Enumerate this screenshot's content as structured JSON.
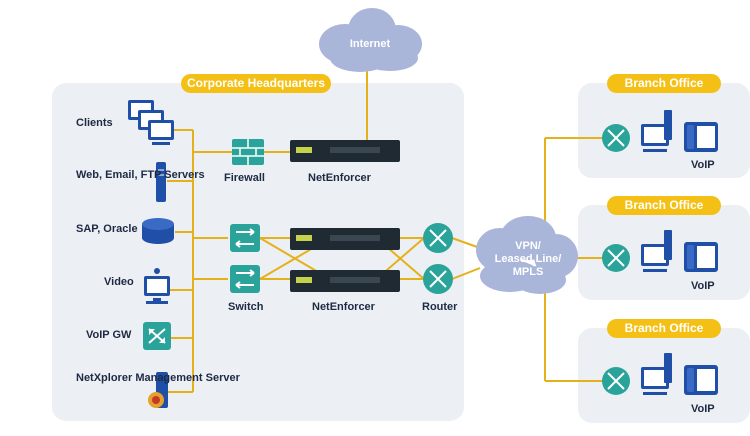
{
  "hq": {
    "title": "Corporate Headquarters",
    "clients": "Clients",
    "servers": [
      "Web, Email,",
      "FTP Servers"
    ],
    "sap": "SAP, Oracle",
    "video": "Video",
    "voipgw": "VoIP GW",
    "netx": [
      "NetXplorer",
      "Management",
      "Server"
    ],
    "firewall": "Firewall",
    "netenforcer_top": "NetEnforcer",
    "switch": "Switch",
    "netenforcer_bottom": "NetEnforcer",
    "router": "Router"
  },
  "internet": "Internet",
  "wan": [
    "VPN/",
    "Leased Line/",
    "MPLS"
  ],
  "branches": [
    {
      "title": "Branch Office",
      "voip": "VoIP"
    },
    {
      "title": "Branch Office",
      "voip": "VoIP"
    },
    {
      "title": "Branch Office",
      "voip": "VoIP"
    }
  ],
  "colors": {
    "accent": "#f5c016",
    "panel": "#eceff3",
    "link": "#e5b11b",
    "teal": "#2aa39a",
    "blue": "#1f4fa6",
    "cloud": "#a9b6d9",
    "label": "#1e2a44"
  }
}
